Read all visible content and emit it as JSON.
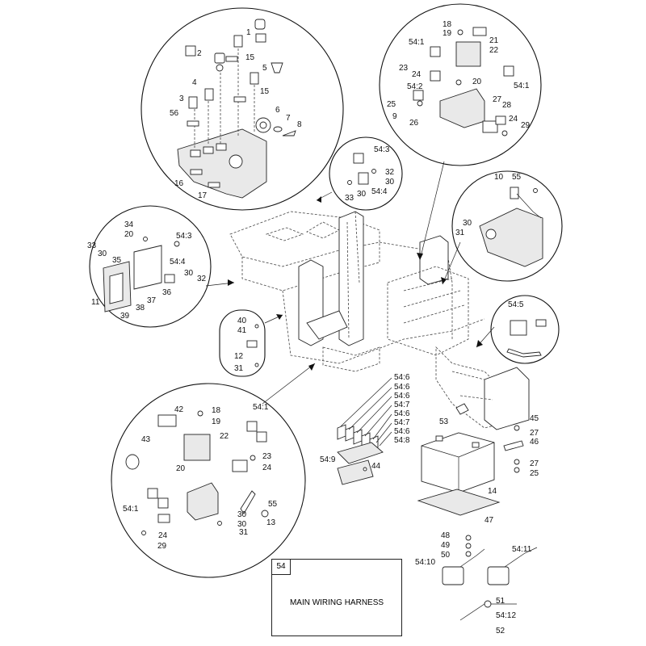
{
  "legend": {
    "number": "54",
    "title": "MAIN WIRING HARNESS"
  },
  "callouts": {
    "c1": "1",
    "c2": "2",
    "c3": "3",
    "c4": "4",
    "c5": "5",
    "c6": "6",
    "c7": "7",
    "c8": "8",
    "c9": "9",
    "c10": "10",
    "c11": "11",
    "c12": "12",
    "c13": "13",
    "c14": "14",
    "c15a": "15",
    "c15b": "15",
    "c16": "16",
    "c17": "17",
    "c18a": "18",
    "c18b": "18",
    "c19a": "19",
    "c19b": "19",
    "c20a": "20",
    "c20b": "20",
    "c20c": "20",
    "c21": "21",
    "c22a": "22",
    "c22b": "22",
    "c23a": "23",
    "c23b": "23",
    "c24a": "24",
    "c24b": "24",
    "c24c": "24",
    "c24d": "24",
    "c25a": "25",
    "c25b": "25",
    "c26": "26",
    "c27a": "27",
    "c27b": "27",
    "c27c": "27",
    "c28": "28",
    "c29a": "29",
    "c29b": "29",
    "c30a": "30",
    "c30b": "30",
    "c30c": "30",
    "c30d": "30",
    "c30e": "30",
    "c31a": "31",
    "c31b": "31",
    "c31c": "31",
    "c32a": "32",
    "c32b": "32",
    "c33a": "33",
    "c33b": "33",
    "c34": "34",
    "c35": "35",
    "c36": "36",
    "c37": "37",
    "c38": "38",
    "c39": "39",
    "c40": "40",
    "c41": "41",
    "c42": "42",
    "c43": "43",
    "c44": "44",
    "c45": "45",
    "c46": "46",
    "c47": "47",
    "c48": "48",
    "c49": "49",
    "c50": "50",
    "c51": "51",
    "c52": "52",
    "c53": "53",
    "c55a": "55",
    "c55b": "55",
    "c56": "56",
    "c54_1a": "54:1",
    "c54_1b": "54:1",
    "c54_1c": "54:1",
    "c54_1d": "54:1",
    "c54_2": "54:2",
    "c54_3a": "54:3",
    "c54_3b": "54:3",
    "c54_4a": "54:4",
    "c54_4b": "54:4",
    "c54_5": "54:5",
    "c54_6a": "54:6",
    "c54_6b": "54:6",
    "c54_6c": "54:6",
    "c54_6d": "54:6",
    "c54_6e": "54:6",
    "c54_7a": "54:7",
    "c54_7b": "54:7",
    "c54_8": "54:8",
    "c54_9": "54:9",
    "c54_10": "54:10",
    "c54_11": "54:11",
    "c54_12": "54:12"
  }
}
